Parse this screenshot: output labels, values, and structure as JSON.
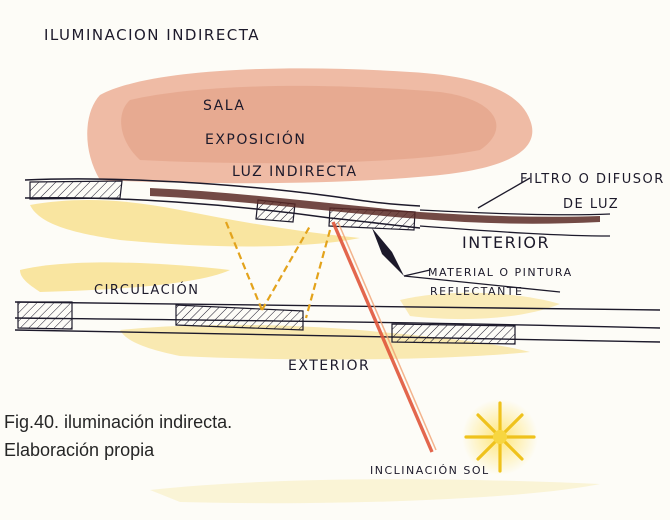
{
  "diagram": {
    "title": "ILUMINACION INDIRECTA",
    "labels": {
      "sala": "SALA",
      "exposicion": "EXPOSICIÓN",
      "luz_indirecta": "LUZ INDIRECTA",
      "filtro_1": "FILTRO O DIFUSOR",
      "filtro_2": "DE LUZ",
      "interior": "INTERIOR",
      "material_1": "MATERIAL O PINTURA",
      "material_2": "REFLECTANTE",
      "circulacion": "CIRCULACIÓN",
      "exterior": "EXTERIOR",
      "inclinacion": "INCLINACIÓN SOL"
    },
    "caption_line1": "Fig.40. iluminación indirecta.",
    "caption_line2": "Elaboración propia"
  },
  "colors": {
    "pink_wash": "#e9a68a",
    "yellow_wash": "#f5d25a",
    "ink": "#1d1a2b",
    "sun_ray": "#e0553a",
    "dashed_ray": "#e3a31c",
    "filter_band": "#5a2a26"
  }
}
